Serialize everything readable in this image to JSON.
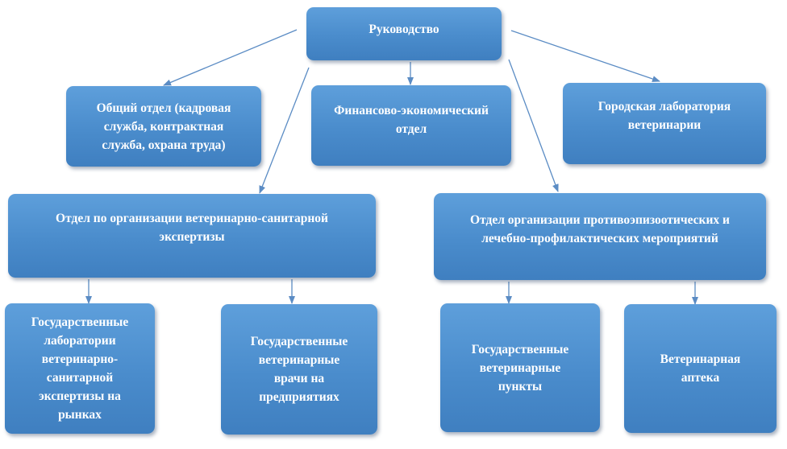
{
  "nodes": {
    "root": "Руководство",
    "general": "Общий отдел (кадровая\nслужба, контрактная\nслужба, охрана труда)",
    "finance": "Финансово-экономический\nотдел",
    "city_lab": "Городская лаборатория\nветеринарии",
    "vet_sanitary_dept": "Отдел по организации ветеринарно-санитарной\nэкспертизы",
    "anti_epizootic_dept": "Отдел организации противоэпизоотических и\nлечебно-профилактических мероприятий",
    "state_labs": "Государственные\nлаборатории\nветеринарно-\nсанитарной\nэкспертизы на\nрынках",
    "state_vets": "Государственные\nветеринарные\nврачи на\nпредприятиях",
    "state_points": "Государственные\nветеринарные\nпункты",
    "pharmacy": "Ветеринарная\nаптека"
  },
  "colors": {
    "box": "#4a8ccc",
    "arrow": "#5b8cc4",
    "text": "#ffffff"
  }
}
